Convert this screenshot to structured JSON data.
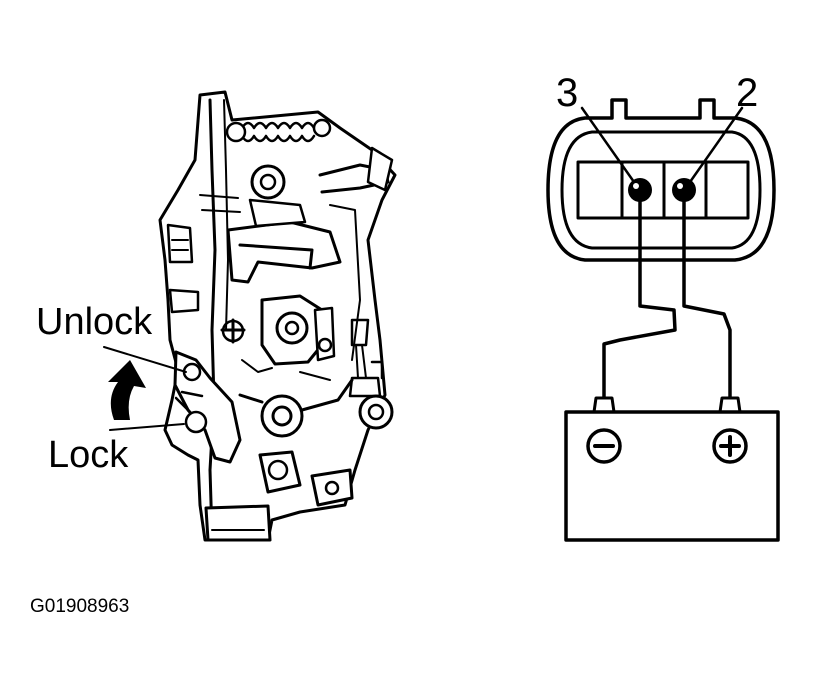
{
  "labels": {
    "unlock": "Unlock",
    "lock": "Lock",
    "pin_left": "3",
    "pin_right": "2",
    "reference": "G01908963"
  },
  "battery": {
    "negative_symbol": "minus-icon",
    "positive_symbol": "plus-icon"
  },
  "colors": {
    "ink": "#000000",
    "paper": "#ffffff"
  }
}
